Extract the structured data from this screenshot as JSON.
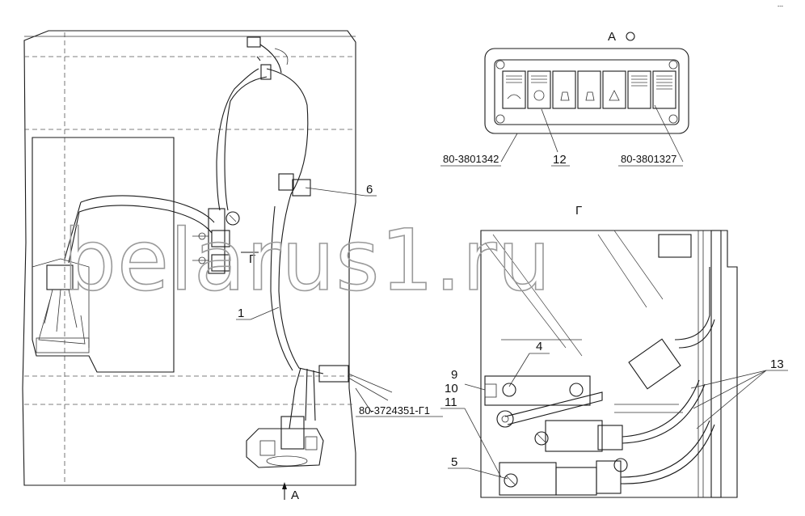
{
  "corner_note": "---",
  "view_labels": {
    "view_a_title": "А",
    "view_g_title": "Г",
    "section_g_marker": "Г",
    "arrow_a_label": "А"
  },
  "callouts": {
    "item_1": "1",
    "item_6": "6",
    "item_4": "4",
    "item_9": "9",
    "item_10": "10",
    "item_11": "11",
    "item_5": "5",
    "item_12": "12",
    "item_13": "13"
  },
  "part_numbers": {
    "harness": "80-3724351-Г1",
    "left_switch": "80-3801342",
    "right_switch": "80-3801327"
  },
  "watermark": "belarus1.ru"
}
